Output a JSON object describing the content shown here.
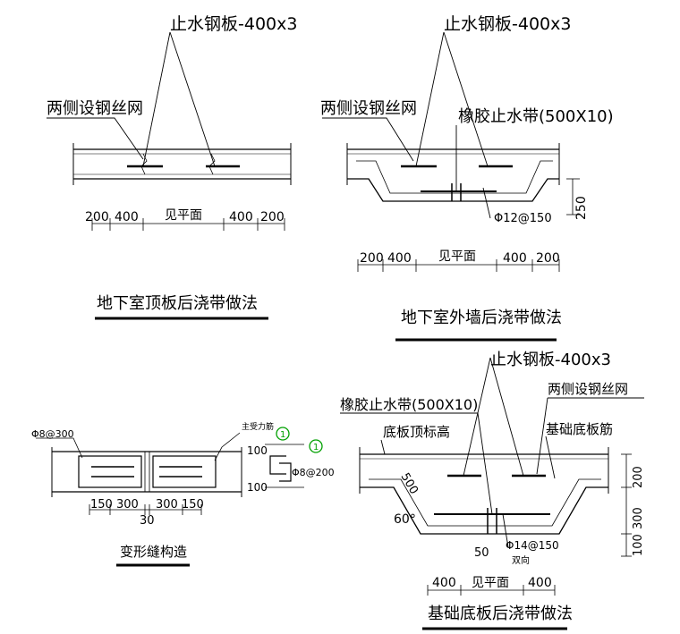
{
  "roof": {
    "stop_plate": "止水钢板-400x3",
    "mesh": "两侧设钢丝网",
    "dims": [
      "200",
      "400",
      "见平面",
      "400",
      "200"
    ],
    "caption": "地下室顶板后浇带做法"
  },
  "wall": {
    "stop_plate": "止水钢板-400x3",
    "mesh": "两侧设钢丝网",
    "rubber": "橡胶止水带(500X10)",
    "rebar": "Φ12@150",
    "height": "250",
    "dims": [
      "200",
      "400",
      "见平面",
      "400",
      "200"
    ],
    "caption": "地下室外墙后浇带做法"
  },
  "joint": {
    "stirrup": "Φ8@300",
    "main_bar": "主受力筋",
    "marker": "1",
    "marker2": "1",
    "dim_top": "100",
    "dim_bottom": "100",
    "rebar": "Φ8@200",
    "dims": [
      "150",
      "300",
      "300",
      "150"
    ],
    "gap": "30",
    "caption": "变形缝构造"
  },
  "base": {
    "stop_plate": "止水钢板-400x3",
    "rubber": "橡胶止水带(500X10)",
    "mesh": "两侧设钢丝网",
    "top_level": "底板顶标高",
    "base_rebar": "基础底板筋",
    "slope_len": "500",
    "angle": "60°",
    "offset": "50",
    "rebar": "Φ14@150",
    "two_way": "双向",
    "vdims": [
      "200",
      "300",
      "100"
    ],
    "dims": [
      "400",
      "见平面",
      "400"
    ],
    "caption": "基础底板后浇带做法"
  },
  "colors": {
    "line": "#000000",
    "marker": "#00a000"
  }
}
